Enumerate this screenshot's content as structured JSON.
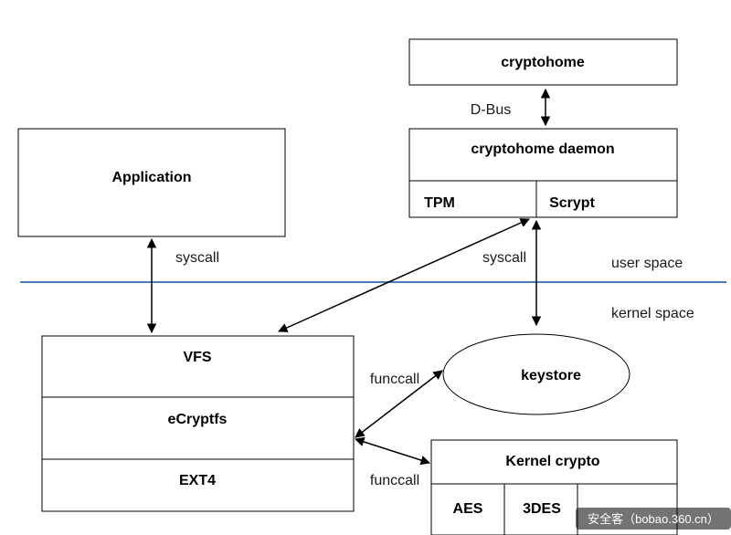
{
  "boxes": {
    "cryptohome": "cryptohome",
    "daemon": "cryptohome daemon",
    "tpm": "TPM",
    "scrypt": "Scrypt",
    "application": "Application",
    "vfs": "VFS",
    "ecryptfs": "eCryptfs",
    "ext4": "EXT4",
    "keystore": "keystore",
    "kernel_crypto": "Kernel crypto",
    "aes": "AES",
    "tripledes": "3DES"
  },
  "labels": {
    "dbus": "D-Bus",
    "syscall_app": "syscall",
    "syscall_daemon": "syscall",
    "funccall_keystore": "funccall",
    "funccall_crypto": "funccall",
    "user_space": "user space",
    "kernel_space": "kernel space"
  },
  "watermark": "安全客（bobao.360.cn）",
  "colors": {
    "boundary_line": "#4a7ebb",
    "stroke": "#000000",
    "watermark_bg": "#000000"
  }
}
